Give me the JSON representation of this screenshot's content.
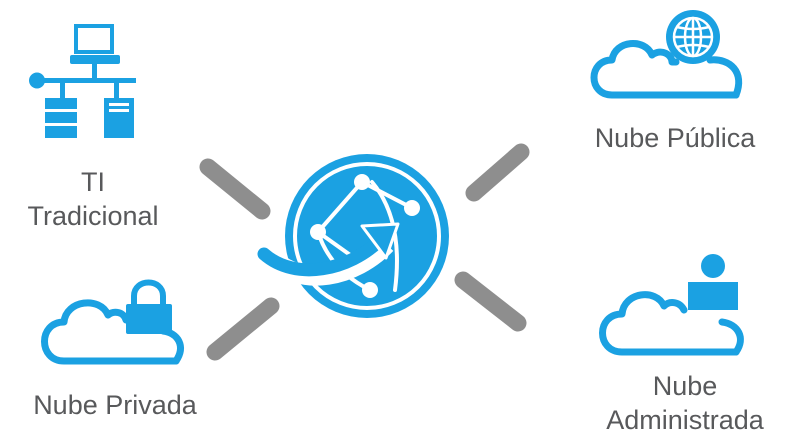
{
  "nodes": {
    "traditional_it": {
      "line1": "TI",
      "line2": "Tradicional",
      "icon": "network-server-icon"
    },
    "public_cloud": {
      "label": "Nube Pública",
      "icon": "cloud-globe-icon"
    },
    "private_cloud": {
      "label": "Nube Privada",
      "icon": "cloud-lock-icon"
    },
    "managed_cloud": {
      "line1": "Nube",
      "line2": "Administrada",
      "icon": "cloud-user-icon"
    }
  },
  "hub": {
    "icon": "global-network-arrow-icon"
  },
  "colors": {
    "accent": "#1ba1e2",
    "connector": "#8e8e8e",
    "text": "#58595b"
  }
}
